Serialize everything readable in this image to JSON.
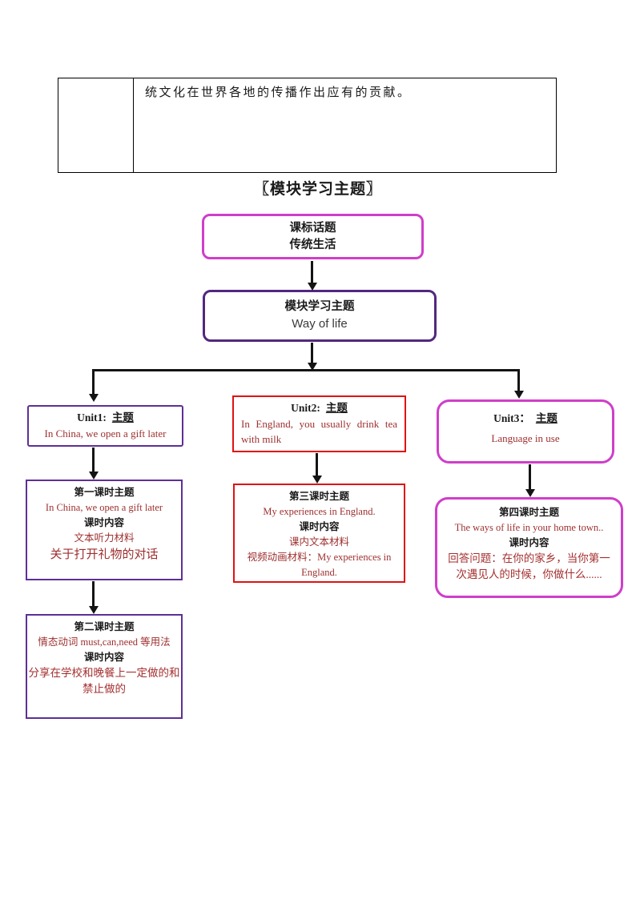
{
  "page": {
    "table_text": "统文化在世界各地的传播作出应有的贡献。",
    "heading": "〖模块学习主题〗"
  },
  "flowchart": {
    "topic_box": {
      "line1": "课标话题",
      "line2": "传统生活"
    },
    "module_box": {
      "line1": "模块学习主题",
      "line2": "Way of life"
    },
    "unit1": {
      "title": "Unit1:",
      "title_topic": "主题",
      "body": "In China, we open a gift later"
    },
    "unit2": {
      "title": "Unit2:",
      "title_topic": "主题",
      "body": "In England, you usually drink tea with milk"
    },
    "unit3": {
      "title": "Unit3：",
      "title_topic": "主题",
      "body": "Language in use"
    },
    "lesson1": {
      "title": "第一课时主题",
      "subtitle": "In China, we open a gift later",
      "label": "课时内容",
      "line1": "文本听力材料",
      "line2": "关于打开礼物的对话"
    },
    "lesson2": {
      "title": "第二课时主题",
      "subtitle": "情态动词 must,can,need 等用法",
      "label": "课时内容",
      "line1": "分享在学校和晚餐上一定做的和禁止做的"
    },
    "lesson3": {
      "title": "第三课时主题",
      "subtitle": "My experiences  in England.",
      "label": "课时内容",
      "line1": "课内文本材料",
      "line2": "视频动画材料：My experiences  in England."
    },
    "lesson4": {
      "title": "第四课时主题",
      "subtitle": "The ways of life in your home town..",
      "label": "课时内容",
      "line1": "回答问题：在你的家乡，当你第一次遇见人的时候，你做什么......"
    }
  },
  "colors": {
    "magenta_border": "#cf3ec9",
    "purple_border": "#5e2f96",
    "red_border": "#e01212",
    "dark_red_text": "#9e2f2f",
    "line_black": "#141414"
  }
}
